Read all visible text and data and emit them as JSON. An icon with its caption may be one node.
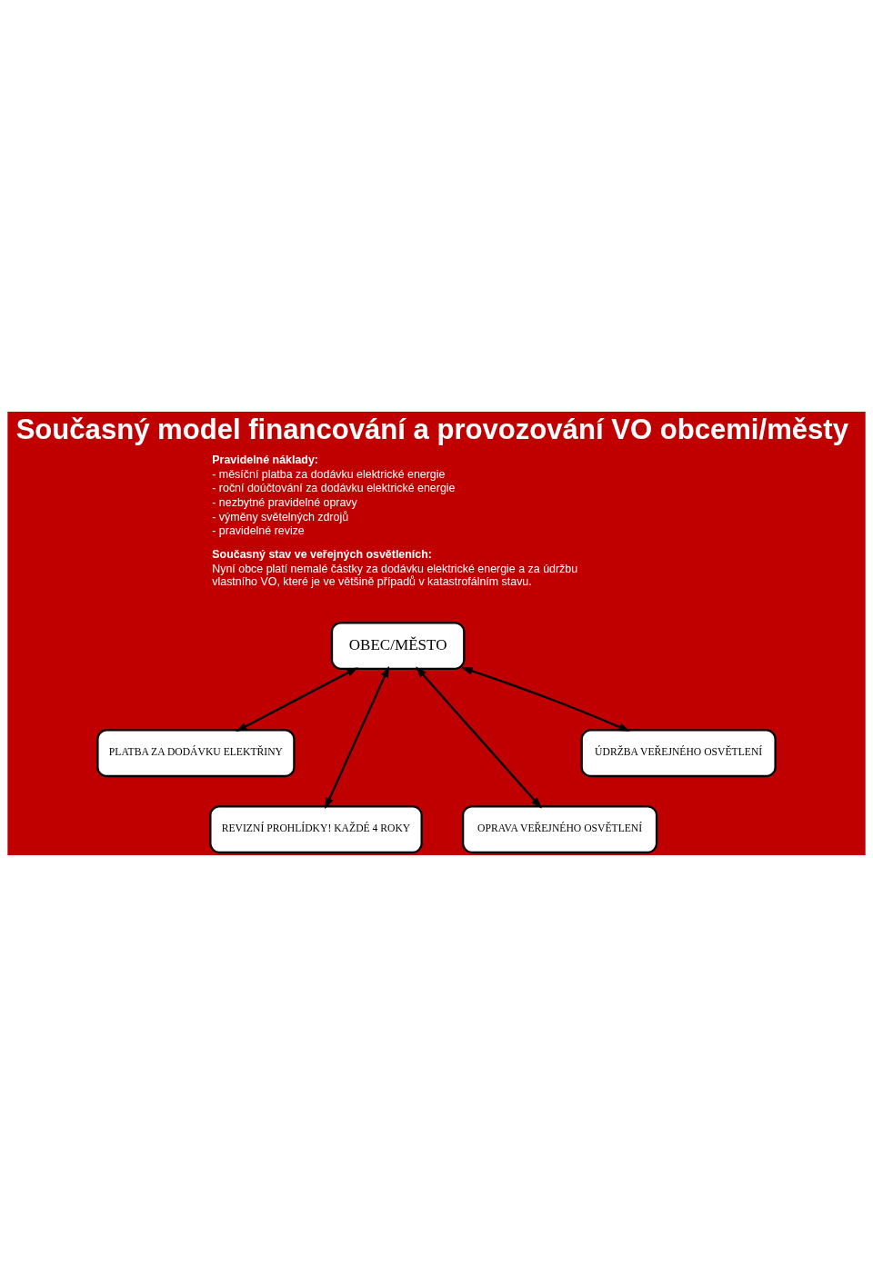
{
  "diagram": {
    "title": "Současný model financování a provozování VO obcemi/městy",
    "nodes": [
      {
        "text": [
          "OBEC/MĚSTO"
        ]
      },
      {
        "text": [
          "PLATBA ZA DODÁVKU ELEKTŘINY"
        ]
      },
      {
        "text": [
          "ÚDRŽBA VEŘEJNÉHO OSVĚTLENÍ"
        ]
      },
      {
        "text": [
          "REVIZNÍ PROHLÍDKY! KAŽDÉ 4 ROKY"
        ]
      },
      {
        "text": [
          "OPRAVA VEŘEJNÉHO OSVĚTLENÍ"
        ]
      }
    ],
    "edges": [
      {
        "from": 0,
        "to": 1,
        "arrow": "both"
      },
      {
        "from": 0,
        "to": 3,
        "arrow": "both"
      },
      {
        "from": 0,
        "to": 4,
        "arrow": "both"
      },
      {
        "from": 0,
        "to": 2,
        "arrow": "both"
      }
    ],
    "labels": [
      "Pravidelné náklady:",
      "- měsíční platba za dodávku elektrické energie",
      "- roční doúčtování za dodávku elektrické energie",
      "- nezbytné pravidelné opravy",
      "- výměny světelných zdrojů",
      "- pravidelné revize",
      "Současný stav ve veřejných osvětleních:",
      "Nyní obce platí nemalé částky za dodávku elektrické energie a za údržbu vlastního VO, které je ve většině případů v katastrofálním stavu."
    ]
  }
}
